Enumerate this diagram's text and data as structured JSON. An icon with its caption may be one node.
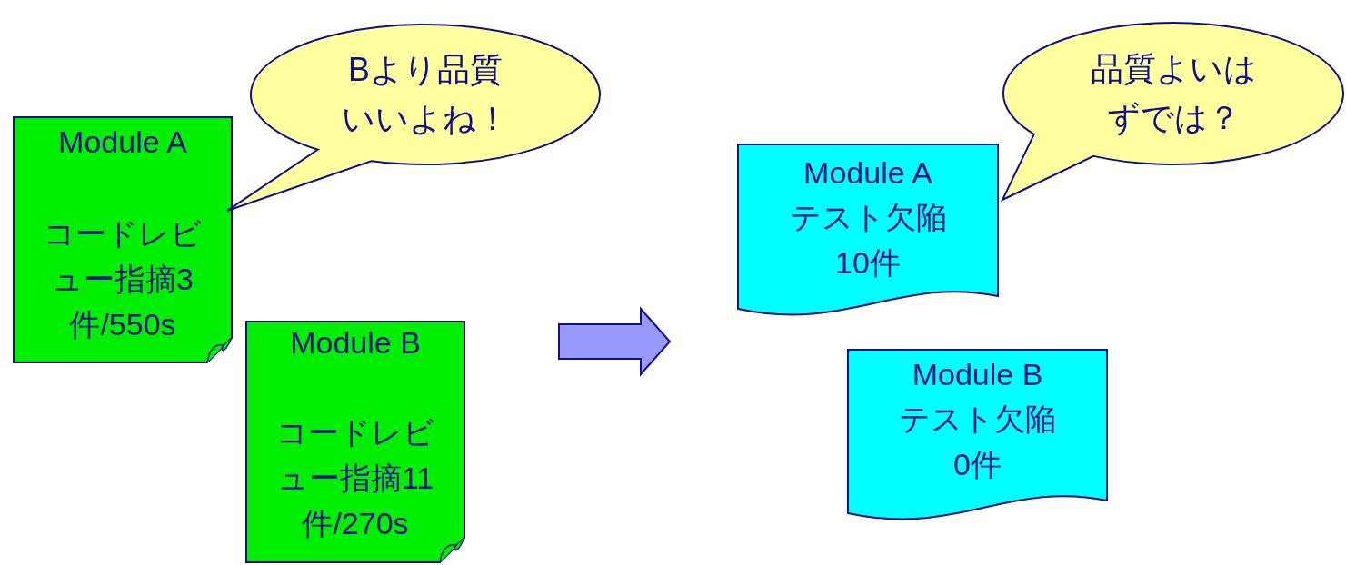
{
  "diagram": {
    "nodes": [
      {
        "text": [
          "Module A",
          "コードレビュー指摘3件/550s"
        ]
      },
      {
        "text": [
          "Bより品質いいよね！"
        ]
      },
      {
        "text": [
          "Module B",
          "コードレビュー指摘11件/270s"
        ]
      },
      {
        "text": [
          "Module A",
          "テスト欠陥10件"
        ]
      },
      {
        "text": [
          "品質よいはずでは？"
        ]
      },
      {
        "text": [
          "Module B",
          "テスト欠陥0件"
        ]
      }
    ],
    "edges": [
      {
        "from": 2,
        "to": 3,
        "arrow": "to",
        "style": "thick"
      }
    ]
  }
}
